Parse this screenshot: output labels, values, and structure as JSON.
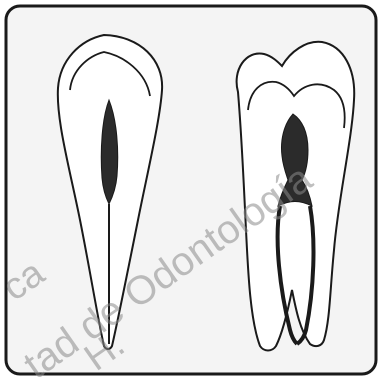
{
  "figure": {
    "teeth": [
      {
        "name": "left-tooth",
        "roots": 1,
        "canals": 1
      },
      {
        "name": "right-tooth",
        "roots": 2,
        "canals": 2
      }
    ],
    "watermark": {
      "lines": [
        "ca",
        "tad de Odontología",
        "H."
      ]
    },
    "colors": {
      "background": "#ffffff",
      "frame_fill": "#f4f4f4",
      "outline": "#1a1a1a",
      "pulp": "#2b2b2b",
      "watermark": "#8a8a8a"
    }
  }
}
